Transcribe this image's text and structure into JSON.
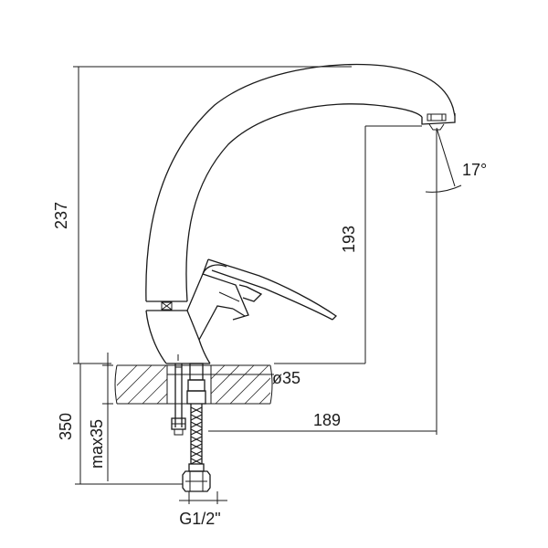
{
  "dimensions": {
    "total_height": "237",
    "spout_height": "193",
    "spout_reach": "189",
    "hole_diameter": "ø35",
    "max_thickness": "max35",
    "hose_length": "350",
    "connection": "G1/2\"",
    "spout_angle": "17°"
  }
}
